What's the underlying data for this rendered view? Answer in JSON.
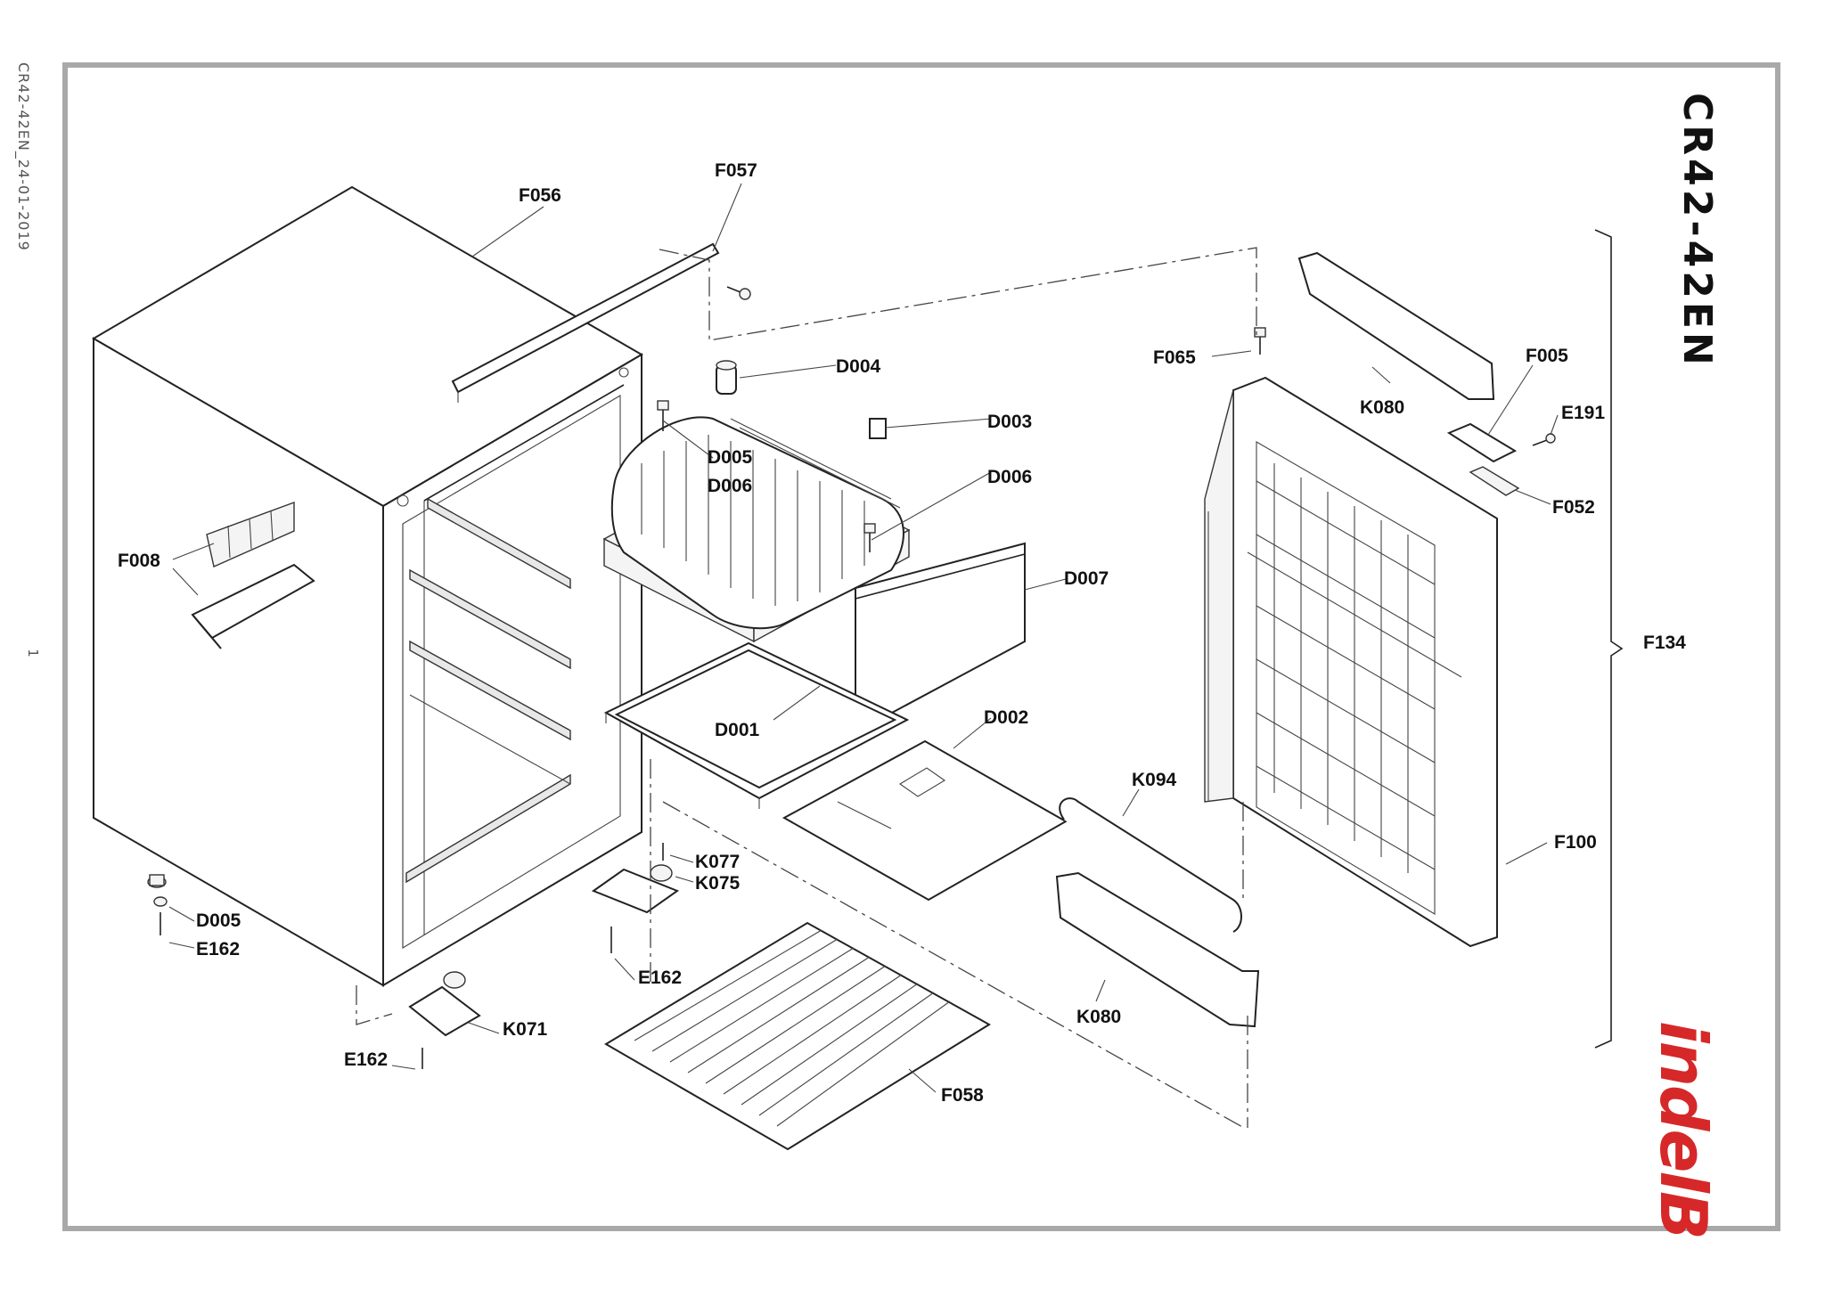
{
  "document": {
    "side_note": "CR42-42EN_24-01-2019",
    "page_number": "1",
    "model_title": "CR42-42EN",
    "brand_logo": "indelB",
    "brand_color": "#d62828"
  },
  "parts": [
    {
      "code": "F056"
    },
    {
      "code": "F057"
    },
    {
      "code": "D004"
    },
    {
      "code": "D003"
    },
    {
      "code": "D005"
    },
    {
      "code": "D006"
    },
    {
      "code": "D006"
    },
    {
      "code": "D007"
    },
    {
      "code": "F008"
    },
    {
      "code": "D001"
    },
    {
      "code": "D002"
    },
    {
      "code": "K094"
    },
    {
      "code": "K077"
    },
    {
      "code": "K075"
    },
    {
      "code": "D005"
    },
    {
      "code": "E162"
    },
    {
      "code": "E162"
    },
    {
      "code": "K071"
    },
    {
      "code": "E162"
    },
    {
      "code": "F058"
    },
    {
      "code": "K080"
    },
    {
      "code": "F065"
    },
    {
      "code": "K080"
    },
    {
      "code": "F005"
    },
    {
      "code": "E191"
    },
    {
      "code": "F052"
    },
    {
      "code": "F134"
    },
    {
      "code": "F100"
    }
  ]
}
